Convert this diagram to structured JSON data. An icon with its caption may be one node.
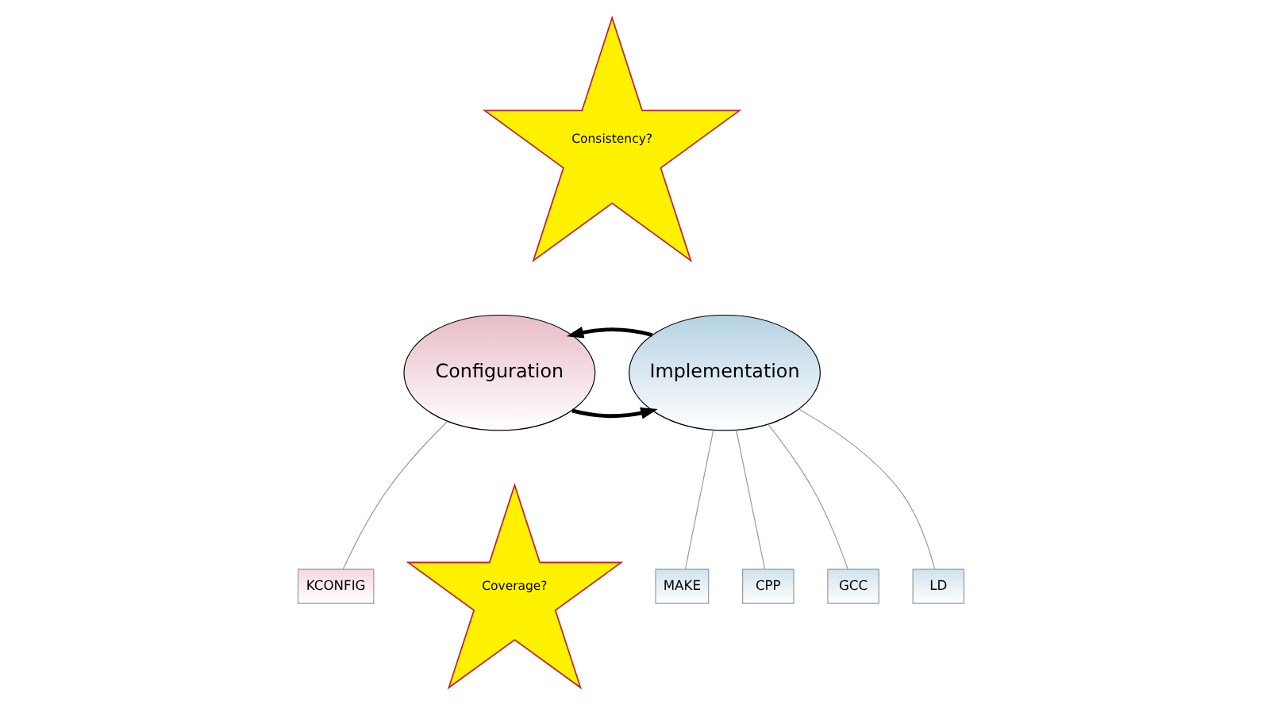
{
  "diagram": {
    "nodes": [
      {
        "text": [
          "Configuration"
        ]
      },
      {
        "text": [
          "Implementation"
        ]
      },
      {
        "text": [
          "Consistency?"
        ]
      },
      {
        "text": [
          "Coverage?"
        ]
      },
      {
        "text": [
          "KCONFIG"
        ]
      },
      {
        "text": [
          "MAKE"
        ]
      },
      {
        "text": [
          "CPP"
        ]
      },
      {
        "text": [
          "GCC"
        ]
      },
      {
        "text": [
          "LD"
        ]
      }
    ],
    "edges": [
      {
        "from": 0,
        "to": 1,
        "arrow": "to",
        "style": "thick",
        "color": "#000000"
      },
      {
        "from": 1,
        "to": 0,
        "arrow": "to",
        "style": "thick",
        "color": "#000000"
      },
      {
        "from": 0,
        "to": 4,
        "arrow": "none"
      },
      {
        "from": 1,
        "to": 5,
        "arrow": "none"
      },
      {
        "from": 1,
        "to": 6,
        "arrow": "none"
      },
      {
        "from": 1,
        "to": 7,
        "arrow": "none"
      },
      {
        "from": 1,
        "to": 8,
        "arrow": "none"
      }
    ]
  }
}
